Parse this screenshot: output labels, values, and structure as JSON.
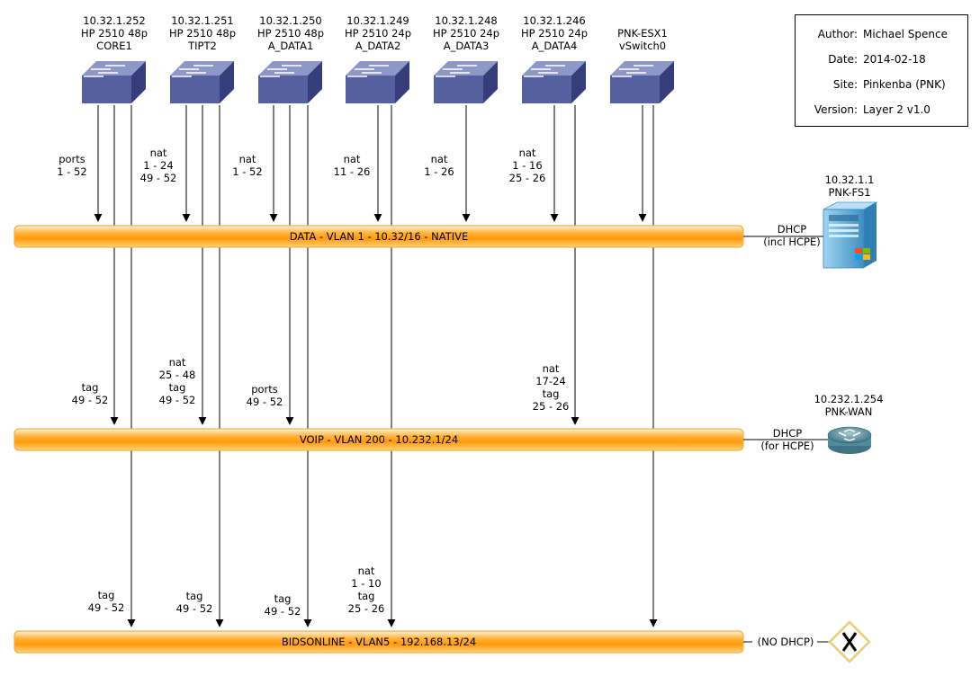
{
  "colors": {
    "bus_fill": "#ff9e0a",
    "bus_stroke": "#f2b544",
    "switch_top": "#8d98c9",
    "switch_front": "#5560a0",
    "switch_side": "#353d7a",
    "server_body": "#5aa9d6",
    "router_body": "#4f8b9b"
  },
  "switches": [
    {
      "ip": "10.32.1.252",
      "model": "HP 2510 48p",
      "name": "CORE1"
    },
    {
      "ip": "10.32.1.251",
      "model": "HP 2510 48p",
      "name": "TIPT2"
    },
    {
      "ip": "10.32.1.250",
      "model": "HP 2510 48p",
      "name": "A_DATA1"
    },
    {
      "ip": "10.32.1.249",
      "model": "HP 2510 24p",
      "name": "A_DATA2"
    },
    {
      "ip": "10.32.1.248",
      "model": "HP 2510 24p",
      "name": "A_DATA3"
    },
    {
      "ip": "10.32.1.246",
      "model": "HP 2510 24p",
      "name": "A_DATA4"
    },
    {
      "ip": "PNK-ESX1",
      "model": "vSwitch0",
      "name": ""
    }
  ],
  "info": {
    "author_label": "Author:",
    "author": "Michael Spence",
    "date_label": "Date:",
    "date": "2014-02-18",
    "site_label": "Site:",
    "site": "Pinkenba (PNK)",
    "version_label": "Version:",
    "version": "Layer 2 v1.0"
  },
  "vlans": [
    {
      "label": "DATA - VLAN 1 - 10.32/16 - NATIVE"
    },
    {
      "label": "VOIP - VLAN 200 - 10.232.1/24"
    },
    {
      "label": "BIDSONLINE - VLAN5 - 192.168.13/24"
    }
  ],
  "devices": {
    "fs": {
      "ip": "10.32.1.1",
      "name": "PNK-FS1",
      "link_1": "DHCP",
      "link_2": "(incl HCPE)",
      "icon": "windows-server-icon"
    },
    "wan": {
      "ip": "10.232.1.254",
      "name": "PNK-WAN",
      "link_1": "DHCP",
      "link_2": "(for HCPE)",
      "icon": "router-icon"
    },
    "nodhcp": {
      "link": "(NO DHCP)",
      "icon": "x-diamond-icon"
    }
  },
  "port_labels": {
    "data": [
      [
        "ports",
        "1 - 52"
      ],
      [
        "nat",
        "1 - 24",
        "49 - 52"
      ],
      [
        "nat",
        "1 - 52"
      ],
      [
        "nat",
        "11 - 26"
      ],
      [
        "nat",
        "1 - 26"
      ],
      [
        "nat",
        "1 - 16",
        "25 - 26"
      ]
    ],
    "voip": [
      [
        "tag",
        "49 - 52"
      ],
      [
        "nat",
        "25 - 48",
        "tag",
        "49 - 52"
      ],
      [
        "ports",
        "49 - 52"
      ],
      [
        "nat",
        "17-24",
        "tag",
        "25 - 26"
      ]
    ],
    "bids": [
      [
        "tag",
        "49 - 52"
      ],
      [
        "tag",
        "49 - 52"
      ],
      [
        "tag",
        "49 - 52"
      ],
      [
        "nat",
        "1 - 10",
        "tag",
        "25 - 26"
      ]
    ]
  }
}
